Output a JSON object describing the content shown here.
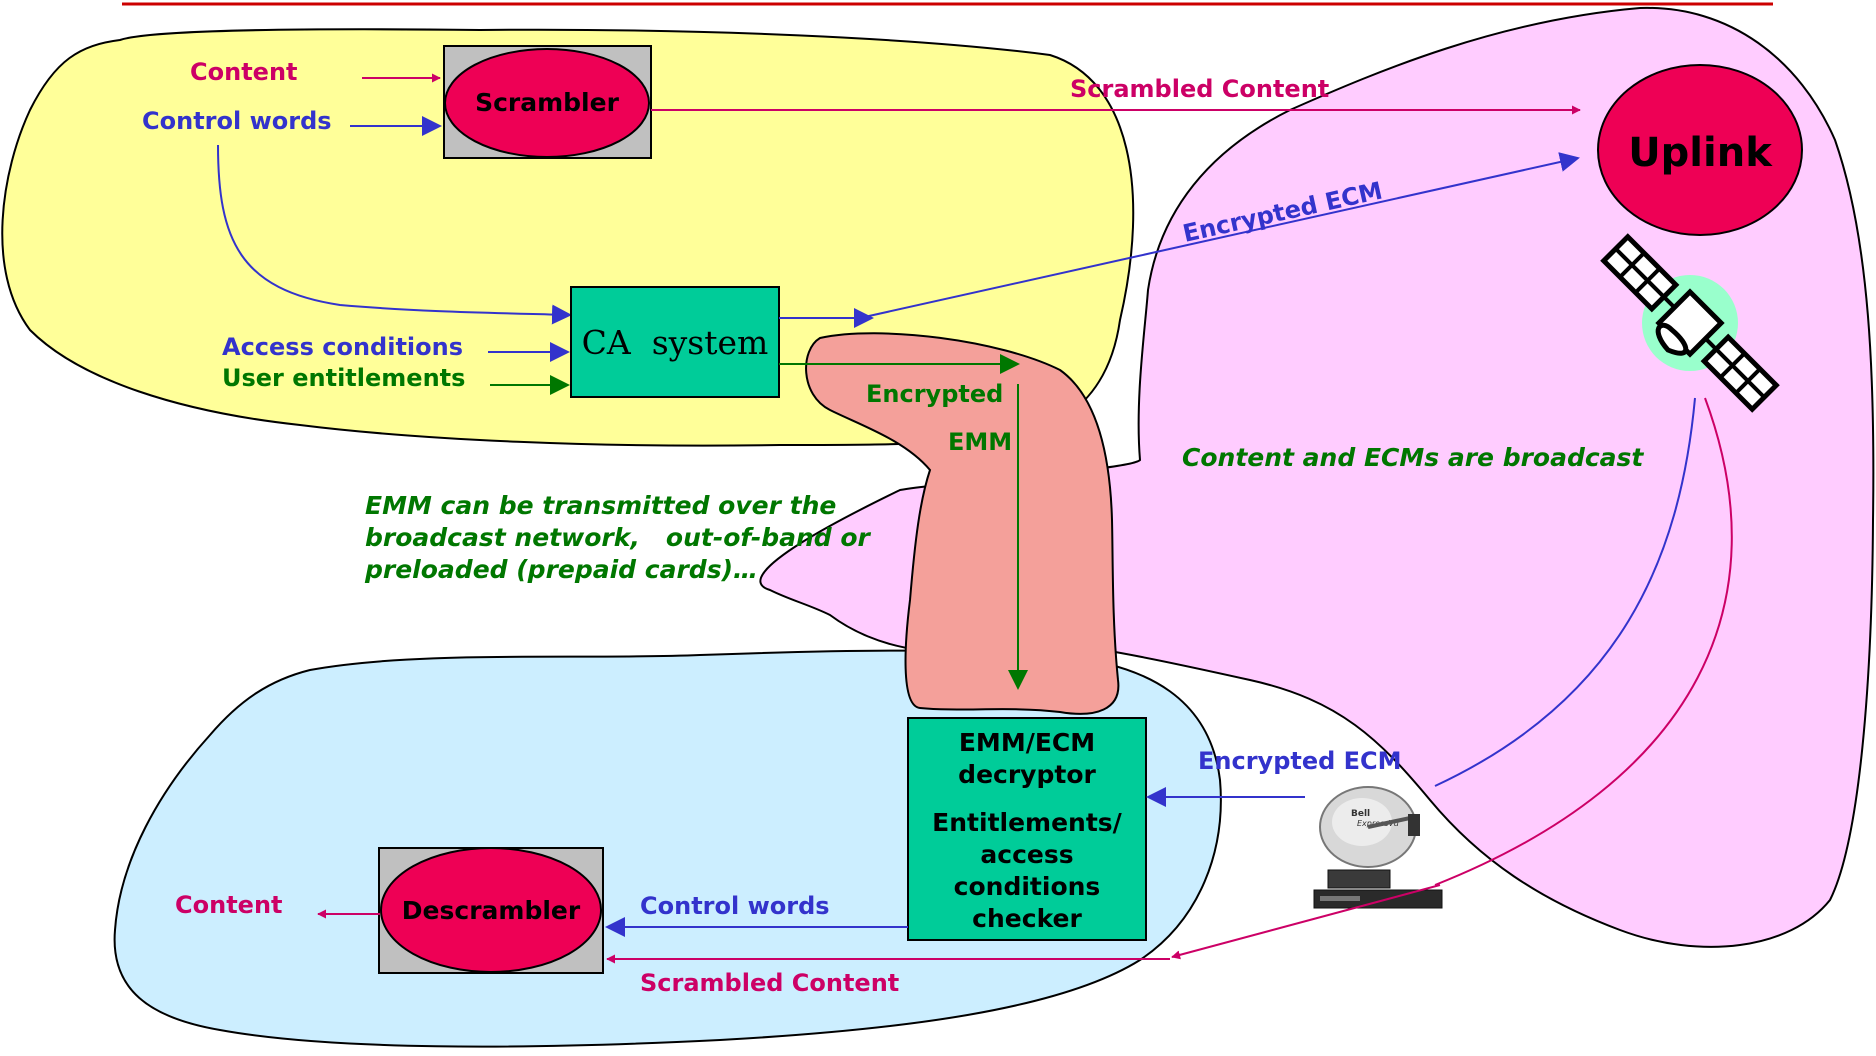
{
  "colors": {
    "top_rule": "#cc0000",
    "headend_region": "#ffff99",
    "broadcast_region": "#ffccff",
    "emm_region": "#f4a09a",
    "receiver_region": "#cceeff",
    "magenta_text": "#cc0066",
    "blue_text": "#3333cc",
    "green_text": "#007700",
    "teal_box": "#00cc99",
    "red_ellipse": "#ee0055",
    "grey_box": "#c0c0c0"
  },
  "headend": {
    "content_label": "Content",
    "control_words_label": "Control words",
    "scrambler_label": "Scrambler",
    "ca_system_label": "CA  system",
    "access_conditions_label": "Access conditions",
    "user_entitlements_label": "User entitlements"
  },
  "links": {
    "scrambled_content_top": "Scrambled Content",
    "encrypted_ecm_top": "Encrypted ECM",
    "encrypted_emm_line1": "Encrypted",
    "encrypted_emm_line2": "EMM",
    "encrypted_ecm_bottom": "Encrypted ECM",
    "control_words_bottom": "Control words",
    "scrambled_content_bottom": "Scrambled Content",
    "content_out": "Content"
  },
  "broadcast": {
    "uplink_label": "Uplink",
    "satellite_icon": "satellite-icon",
    "note": "Content and ECMs are broadcast"
  },
  "emm_note": {
    "line1": "EMM can be transmitted over the",
    "line2": "broadcast network,   out-of-band or",
    "line3": "preloaded (prepaid cards)…"
  },
  "receiver": {
    "decryptor_line1": "EMM/ECM",
    "decryptor_line2": "decryptor",
    "checker_line1": "Entitlements/",
    "checker_line2": "access",
    "checker_line3": "conditions",
    "checker_line4": "checker",
    "descrambler_label": "Descrambler",
    "dish_icon": "satellite-dish-receiver-icon",
    "dish_brand_line1": "Bell",
    "dish_brand_line2": "ExpressVu"
  }
}
